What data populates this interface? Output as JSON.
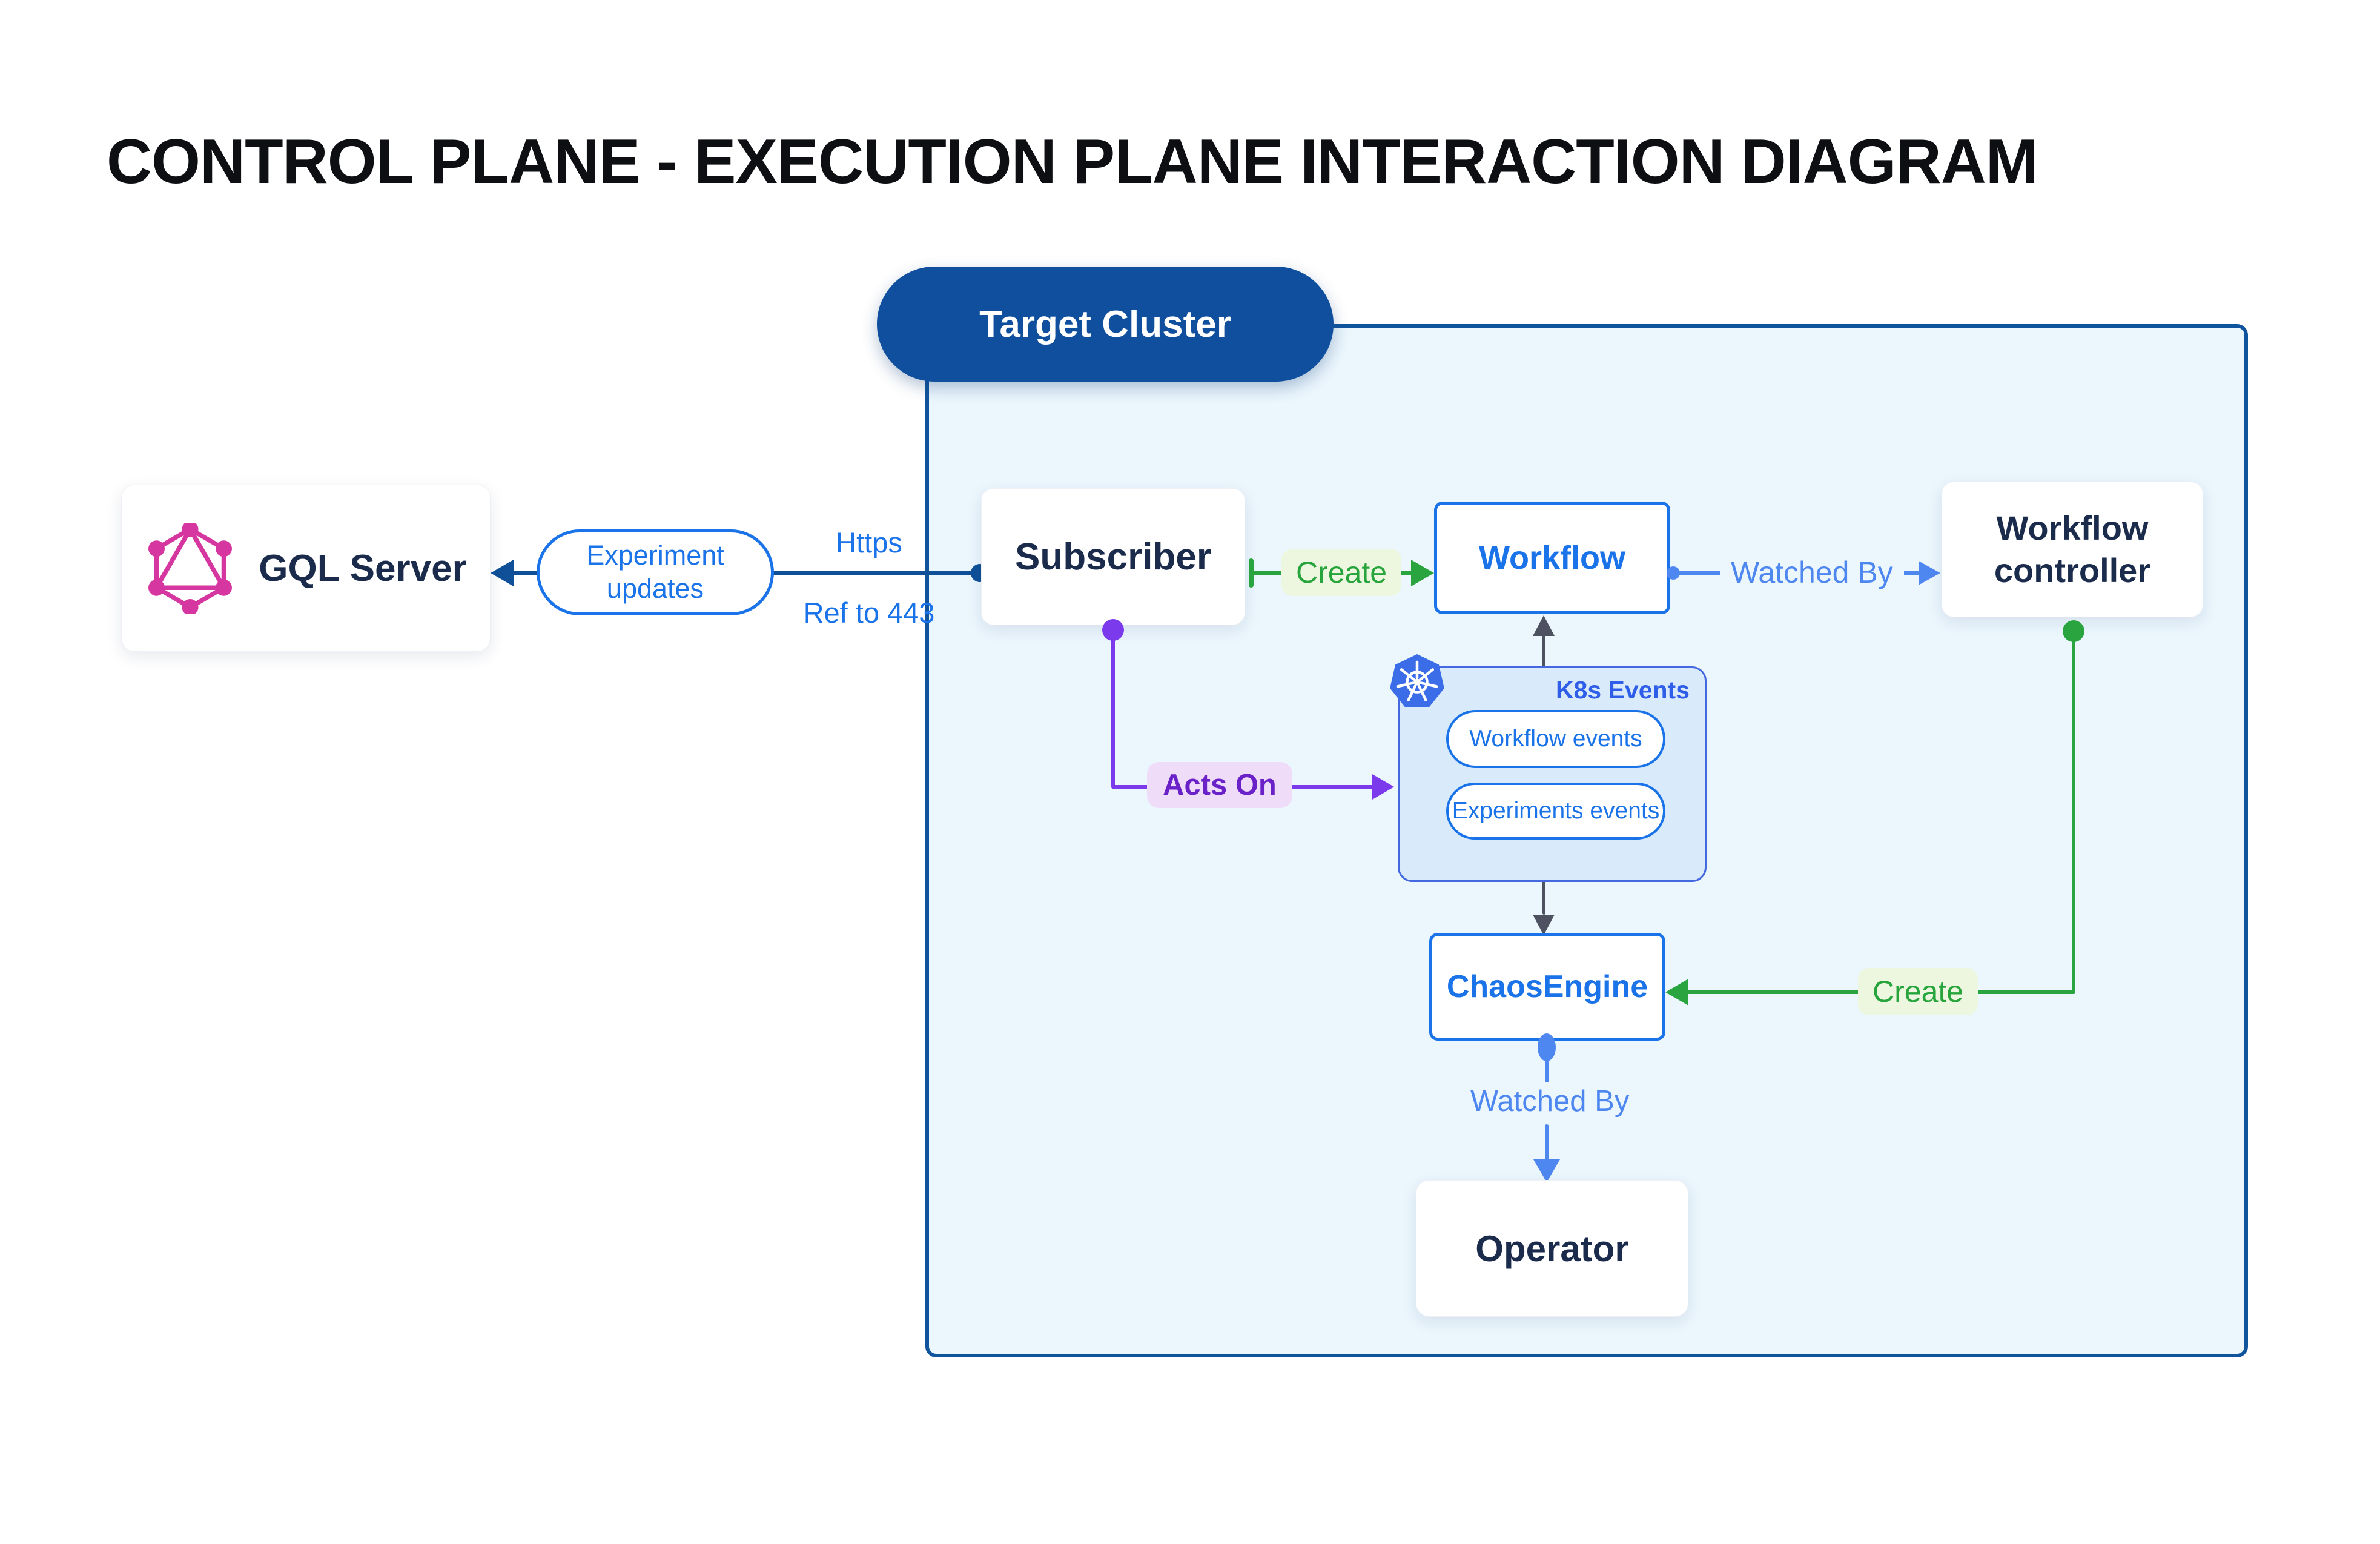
{
  "title": "CONTROL PLANE - EXECUTION PLANE INTERACTION DIAGRAM",
  "cluster": {
    "label": "Target Cluster"
  },
  "nodes": {
    "gql_server": "GQL Server",
    "subscriber": "Subscriber",
    "workflow": "Workflow",
    "workflow_controller": "Workflow controller",
    "chaos_engine": "ChaosEngine",
    "operator": "Operator"
  },
  "k8s": {
    "label": "K8s Events",
    "events": [
      "Workflow events",
      "Experiments events"
    ]
  },
  "edges": {
    "experiment_updates": "Experiment updates",
    "https": "Https",
    "ref": "Ref to 443",
    "create_workflow": "Create",
    "watched_by_workflow": "Watched By",
    "acts_on": "Acts On",
    "create_chaos": "Create",
    "watched_by_operator": "Watched By"
  },
  "icons": {
    "graphql": "graphql-logo",
    "kubernetes": "kubernetes-logo"
  },
  "colors": {
    "navy_line": "#0f5098",
    "cluster_border": "#11549e",
    "cluster_fill": "#ebf6fd",
    "pill_bg": "#0f4f9d",
    "bright_blue": "#1a73e8",
    "cornflower": "#4f87f1",
    "green": "#2aa43f",
    "green_label_bg": "#edf7df",
    "purple": "#7c3aed",
    "purple_text": "#6b21c8",
    "purple_label_bg": "#eedcf9",
    "gray_arrow": "#4d5160",
    "k8s_box_fill": "#d9eafb",
    "k8s_box_border": "#4468e0",
    "k8s_label_text": "#2f5fe8",
    "node_text": "#1b2b4c",
    "graphql_pink": "#d6369f",
    "kubernetes_blue": "#3b6de8"
  }
}
